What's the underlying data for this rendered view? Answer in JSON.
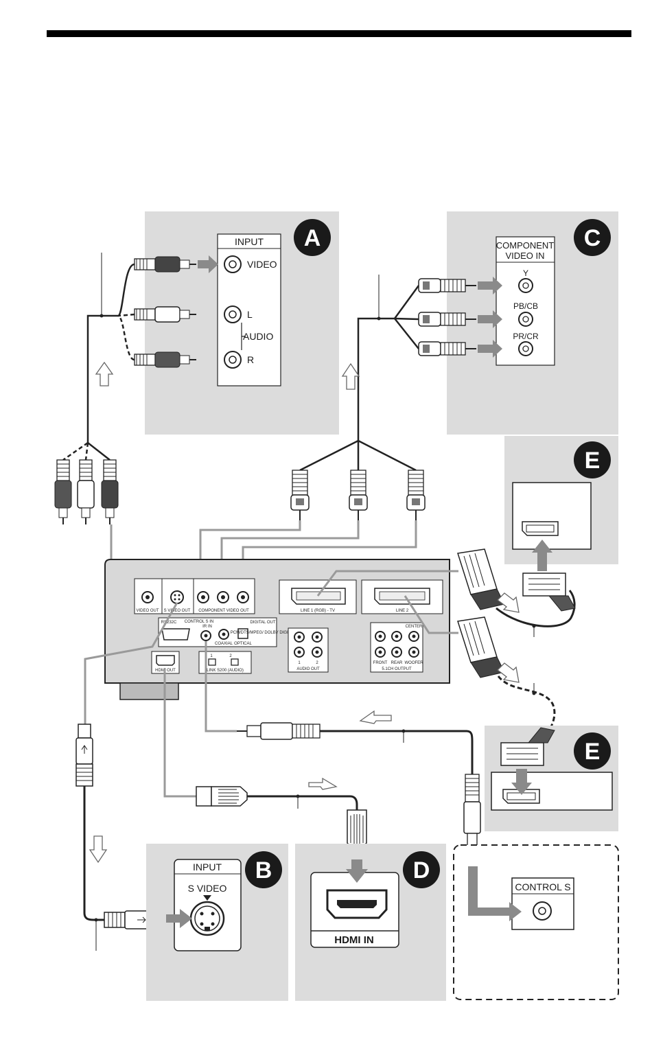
{
  "panels": {
    "A": {
      "badge": "A",
      "box_title": "INPUT",
      "video": "VIDEO",
      "left": "L",
      "audio": "AUDIO",
      "right": "R"
    },
    "B": {
      "badge": "B",
      "box_title": "INPUT",
      "svideo": "S VIDEO"
    },
    "C": {
      "badge": "C",
      "box_title_line1": "COMPONENT",
      "box_title_line2": "VIDEO IN",
      "y": "Y",
      "pb": "PB/CB",
      "pr": "PR/CR"
    },
    "D": {
      "badge": "D",
      "hdmi_in": "HDMI IN"
    },
    "E_upper": {
      "badge": "E"
    },
    "E_lower": {
      "badge": "E"
    },
    "control_s": {
      "label": "CONTROL S"
    }
  },
  "device": {
    "video_out": "VIDEO OUT",
    "s_video_out": "S VIDEO OUT",
    "component_video_out": "COMPONENT VIDEO OUT",
    "line1": "LINE 1 (RGB) - TV",
    "line2": "LINE 2",
    "rs232c": "RS232C",
    "control_s_in": "CONTROL S IN",
    "ir_in": "IR IN",
    "digital_out": "DIGITAL OUT",
    "coaxial": "COAXIAL",
    "optical": "OPTICAL",
    "pcm_dts": "PCM/DTS/MPEG/ DOLBY DIGITAL",
    "audio_out": "AUDIO OUT",
    "audio_out_1": "1",
    "audio_out_2": "2",
    "ch51_output": "5.1CH OUTPUT",
    "front": "FRONT",
    "rear": "REAR",
    "center": "CENTER",
    "woofer": "WOOFER",
    "hdmi_out": "HDMI OUT",
    "s_link": "LINK S200 (AUDIO)",
    "s_link_1": "1",
    "s_link_2": "2"
  },
  "colors": {
    "panel_bg": "#dcdcdc",
    "badge": "#1a1a1a",
    "arrow": "#8a8a8a",
    "cable": "#222222",
    "cable_gray": "#9a9a9a"
  }
}
